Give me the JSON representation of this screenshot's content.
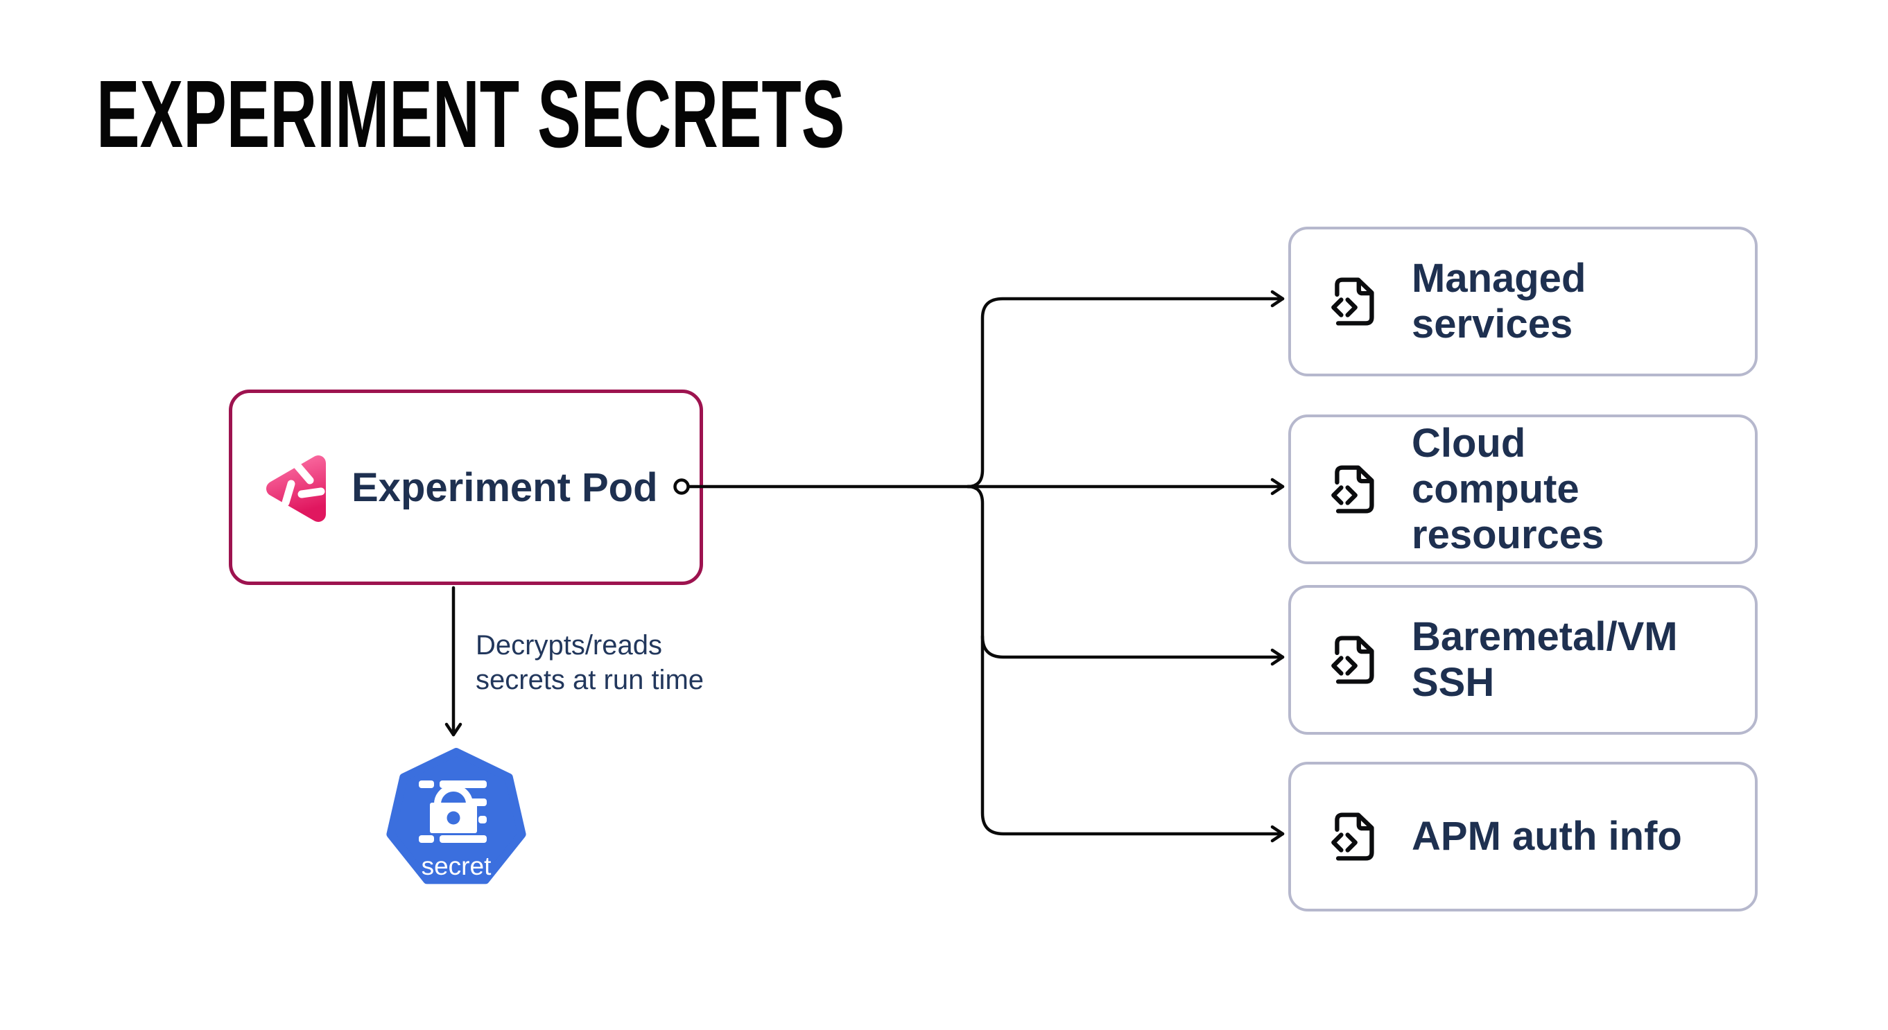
{
  "title": "EXPERIMENT SECRETS",
  "pod": {
    "label": "Experiment Pod",
    "border_color": "#9D134F",
    "logo": "chaos-pinwheel",
    "logo_gradient_top": "#F9699F",
    "logo_gradient_bottom": "#E0175F"
  },
  "edge": {
    "label": "Decrypts/reads\nsecrets at run time"
  },
  "secret_node": {
    "label": "secret",
    "shape": "heptagon",
    "icon": "padlock",
    "color": "#3B6FDE"
  },
  "targets": [
    {
      "label": "Managed services"
    },
    {
      "label": "Cloud compute resources"
    },
    {
      "label": "Baremetal/VM SSH"
    },
    {
      "label": "APM auth info"
    }
  ],
  "target_icon": "file-code",
  "colors": {
    "background": "#FFFFFF",
    "text": "#1E3050",
    "title": "#050505",
    "target_border": "#B6B8CD",
    "connector": "#0A0A0A"
  }
}
